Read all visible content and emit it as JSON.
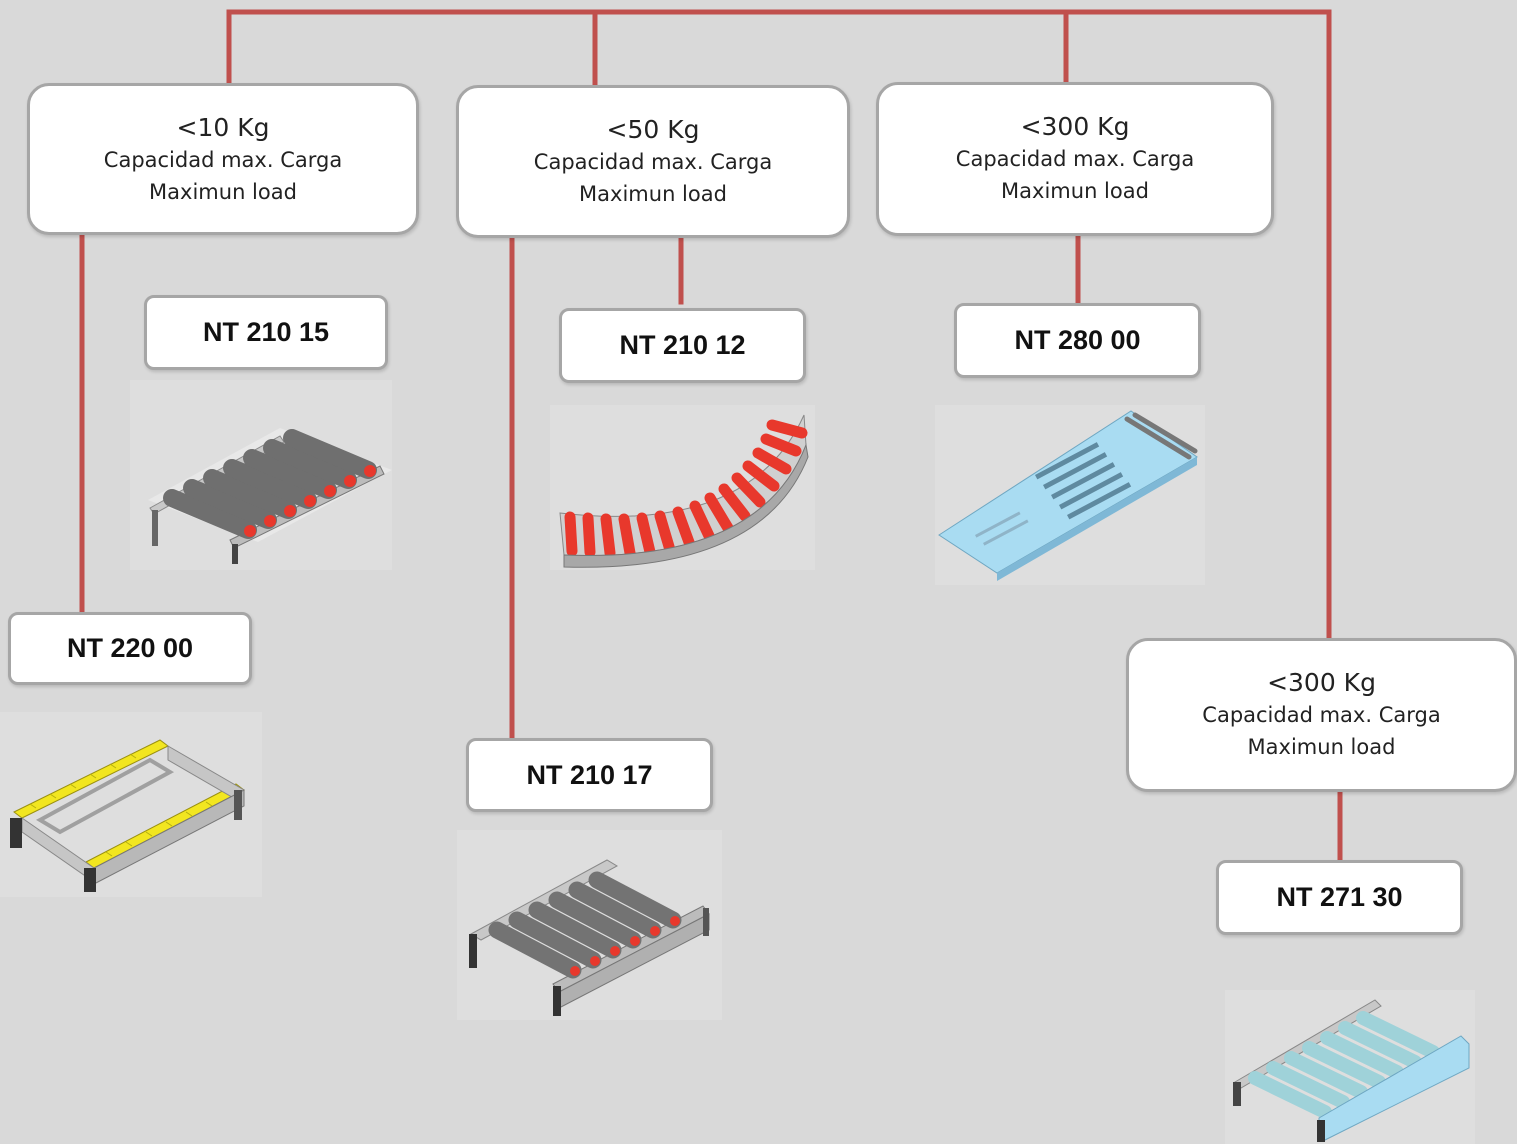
{
  "colors": {
    "background": "#d9d9d9",
    "connector": "#c0504d",
    "box_border": "#a6a6a6",
    "roller_red": "#e8382c",
    "roller_grey": "#8a8a8a",
    "belt_yellow": "#f2e620",
    "ramp_blue": "#a9dcf2"
  },
  "capacity_boxes": [
    {
      "weight": "<10 Kg",
      "label_es": "Capacidad max. Carga",
      "label_en": "Maximun load"
    },
    {
      "weight": "<50 Kg",
      "label_es": "Capacidad max. Carga",
      "label_en": "Maximun load"
    },
    {
      "weight": "<300 Kg",
      "label_es": "Capacidad max. Carga",
      "label_en": "Maximun load"
    },
    {
      "weight": "<300 Kg",
      "label_es": "Capacidad max. Carga",
      "label_en": "Maximun load"
    }
  ],
  "products": [
    {
      "code": "NT 210 15",
      "icon": "straight-roller-conveyor-icon"
    },
    {
      "code": "NT 220 00",
      "icon": "belt-conveyor-icon"
    },
    {
      "code": "NT 210 12",
      "icon": "curved-roller-conveyor-icon"
    },
    {
      "code": "NT 210 17",
      "icon": "straight-roller-conveyor-icon"
    },
    {
      "code": "NT 280 00",
      "icon": "ball-transfer-ramp-icon"
    },
    {
      "code": "NT 271 30",
      "icon": "heavy-roller-conveyor-icon"
    }
  ]
}
